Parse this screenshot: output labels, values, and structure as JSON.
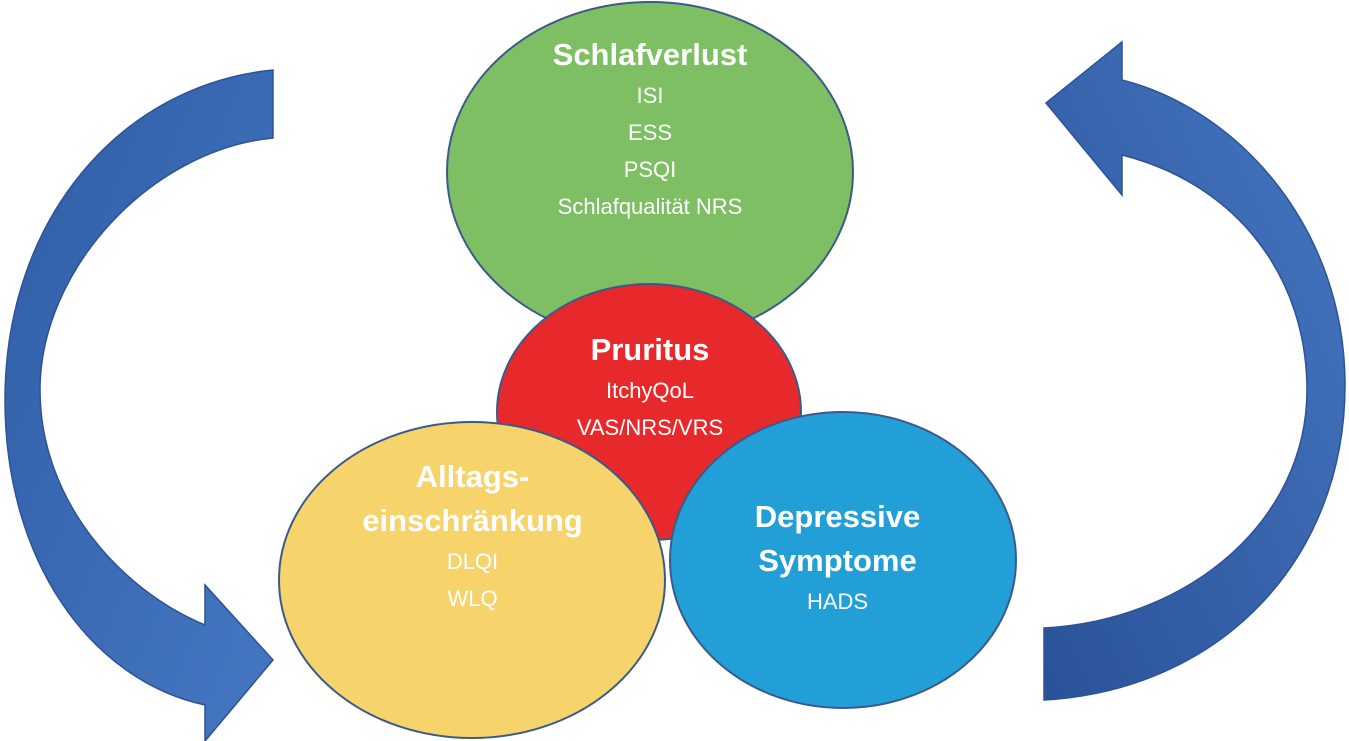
{
  "colors": {
    "arrow_fill": "#3d6cb4",
    "arrow_stroke": "#2c5395",
    "schlafverlust": "#7ebf63",
    "pruritus": "#e8292b",
    "alltag": "#f6d36b",
    "depressive": "#239fd8",
    "outline": "#3b5a8c",
    "text": "#ffffff"
  },
  "nodes": {
    "schlafverlust": {
      "title": "Schlafverlust",
      "items": [
        "ISI",
        "ESS",
        "PSQI",
        "Schlafqualität NRS"
      ]
    },
    "pruritus": {
      "title": "Pruritus",
      "items": [
        "ItchyQoL",
        "VAS/NRS/VRS"
      ]
    },
    "alltag": {
      "title_line1": "Alltags-",
      "title_line2": "einschränkung",
      "items": [
        "DLQI",
        "WLQ"
      ]
    },
    "depressive": {
      "title_line1": "Depressive",
      "title_line2": "Symptome",
      "items": [
        "HADS"
      ]
    }
  },
  "arrows": {
    "left": {
      "direction": "counter-clockwise",
      "from": "Schlafverlust",
      "to": "Alltags-einschränkung"
    },
    "right": {
      "direction": "counter-clockwise",
      "from": "Depressive Symptome",
      "to": "Schlafverlust"
    }
  }
}
